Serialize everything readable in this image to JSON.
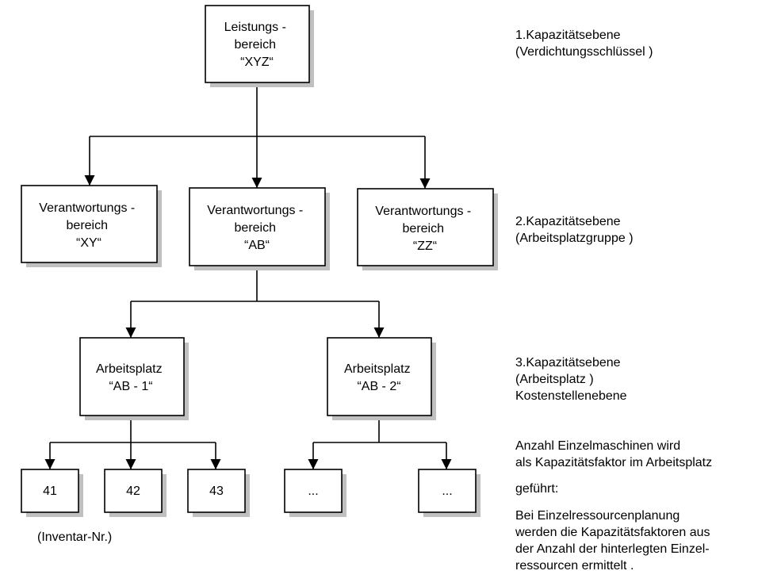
{
  "colors": {
    "box_border": "#000000",
    "box_shadow": "#c0c0c0",
    "line": "#000000",
    "background": "#ffffff"
  },
  "nodes": {
    "leistungsbereich": [
      "Leistungs -",
      "bereich",
      "“XYZ“"
    ],
    "va_xy": [
      "Verantwortungs -",
      "bereich",
      "“XY“"
    ],
    "va_ab": [
      "Verantwortungs -",
      "bereich",
      "“AB“"
    ],
    "va_zz": [
      "Verantwortungs -",
      "bereich",
      "“ZZ“"
    ],
    "ap_ab1": [
      "Arbeitsplatz",
      "“AB - 1“"
    ],
    "ap_ab2": [
      "Arbeitsplatz",
      "“AB - 2“"
    ],
    "m41": "41",
    "m42": "42",
    "m43": "43",
    "m_dots1": "...",
    "m_dots2": "..."
  },
  "labels": {
    "inventar": "(Inventar-Nr.)",
    "level1": [
      "1.Kapazitätsebene",
      "(Verdichtungsschlüssel )"
    ],
    "level2": [
      "2.Kapazitätsebene",
      "(Arbeitsplatzgruppe )"
    ],
    "level3": [
      "3.Kapazitätsebene",
      "(Arbeitsplatz )",
      "Kostenstellenebene"
    ],
    "note1": [
      "Anzahl Einzelmaschinen wird",
      "als Kapazitätsfaktor im Arbeitsplatz"
    ],
    "note2": "geführt:",
    "note3": [
      "Bei Einzelressourcenplanung",
      "werden die Kapazitätsfaktoren aus",
      "der Anzahl der hinterlegten Einzel-",
      "ressourcen ermittelt ."
    ]
  }
}
